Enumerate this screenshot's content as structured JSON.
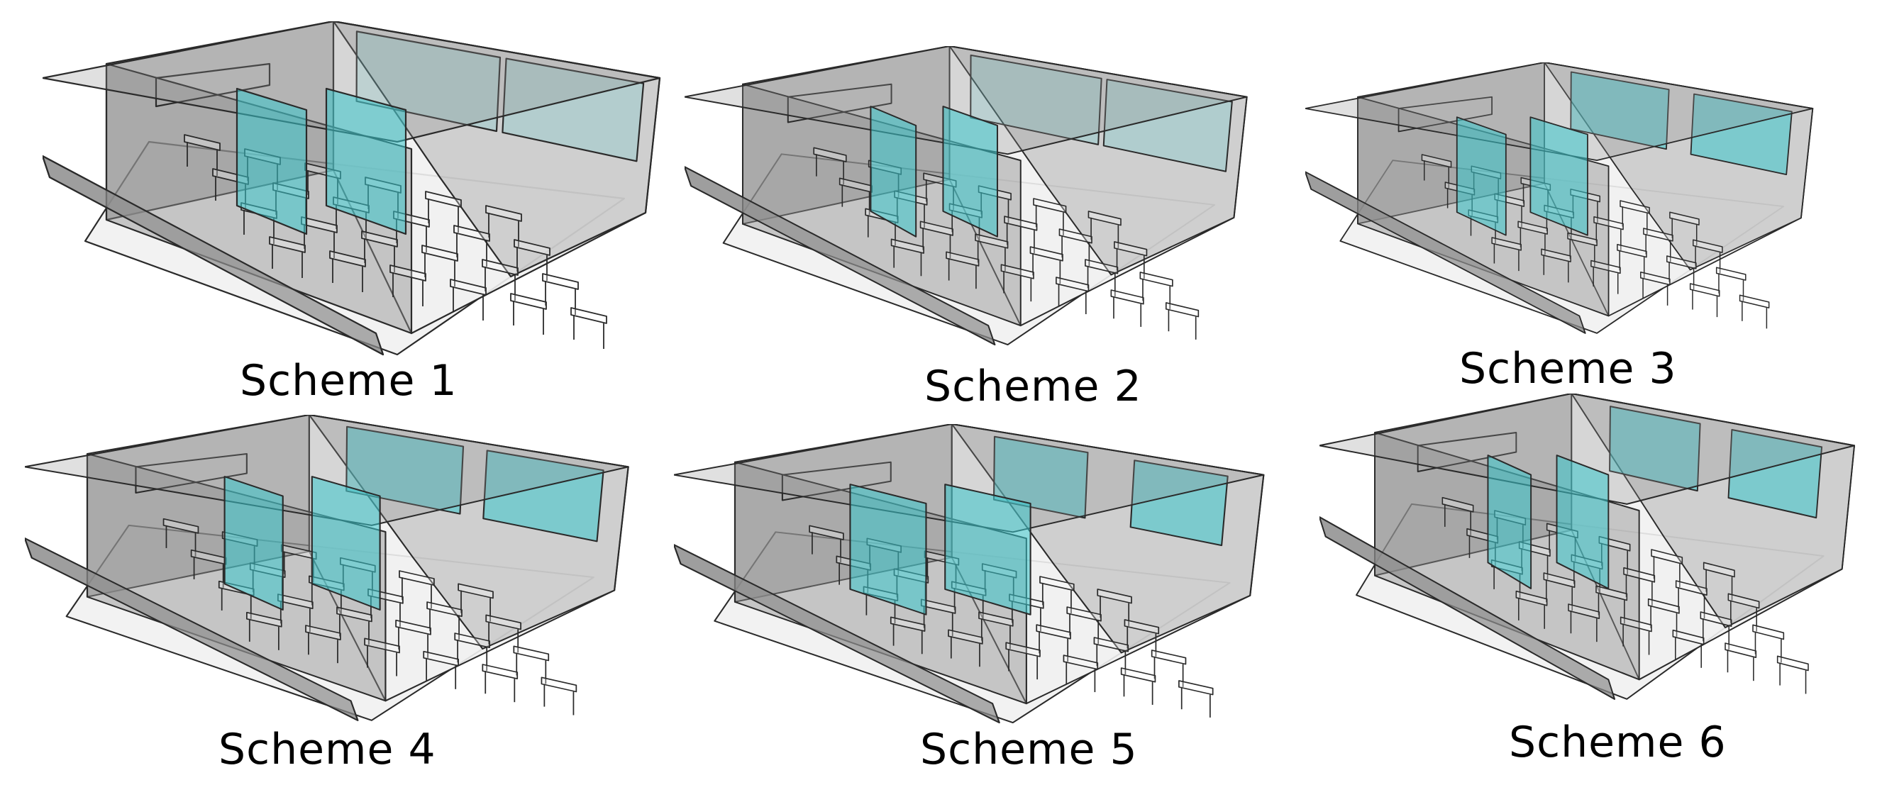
{
  "figure": {
    "schemes": [
      {
        "label": "Scheme 1",
        "variant": "s1"
      },
      {
        "label": "Scheme 2",
        "variant": "s2"
      },
      {
        "label": "Scheme 3",
        "variant": "s3"
      },
      {
        "label": "Scheme 4",
        "variant": "s4"
      },
      {
        "label": "Scheme 5",
        "variant": "s5"
      },
      {
        "label": "Scheme 6",
        "variant": "s6"
      }
    ]
  },
  "colors": {
    "glass": "#38c7cc",
    "shell": "#8f8f8f",
    "light_wall": "#f1f1f1",
    "edge": "#2a2a2a"
  }
}
